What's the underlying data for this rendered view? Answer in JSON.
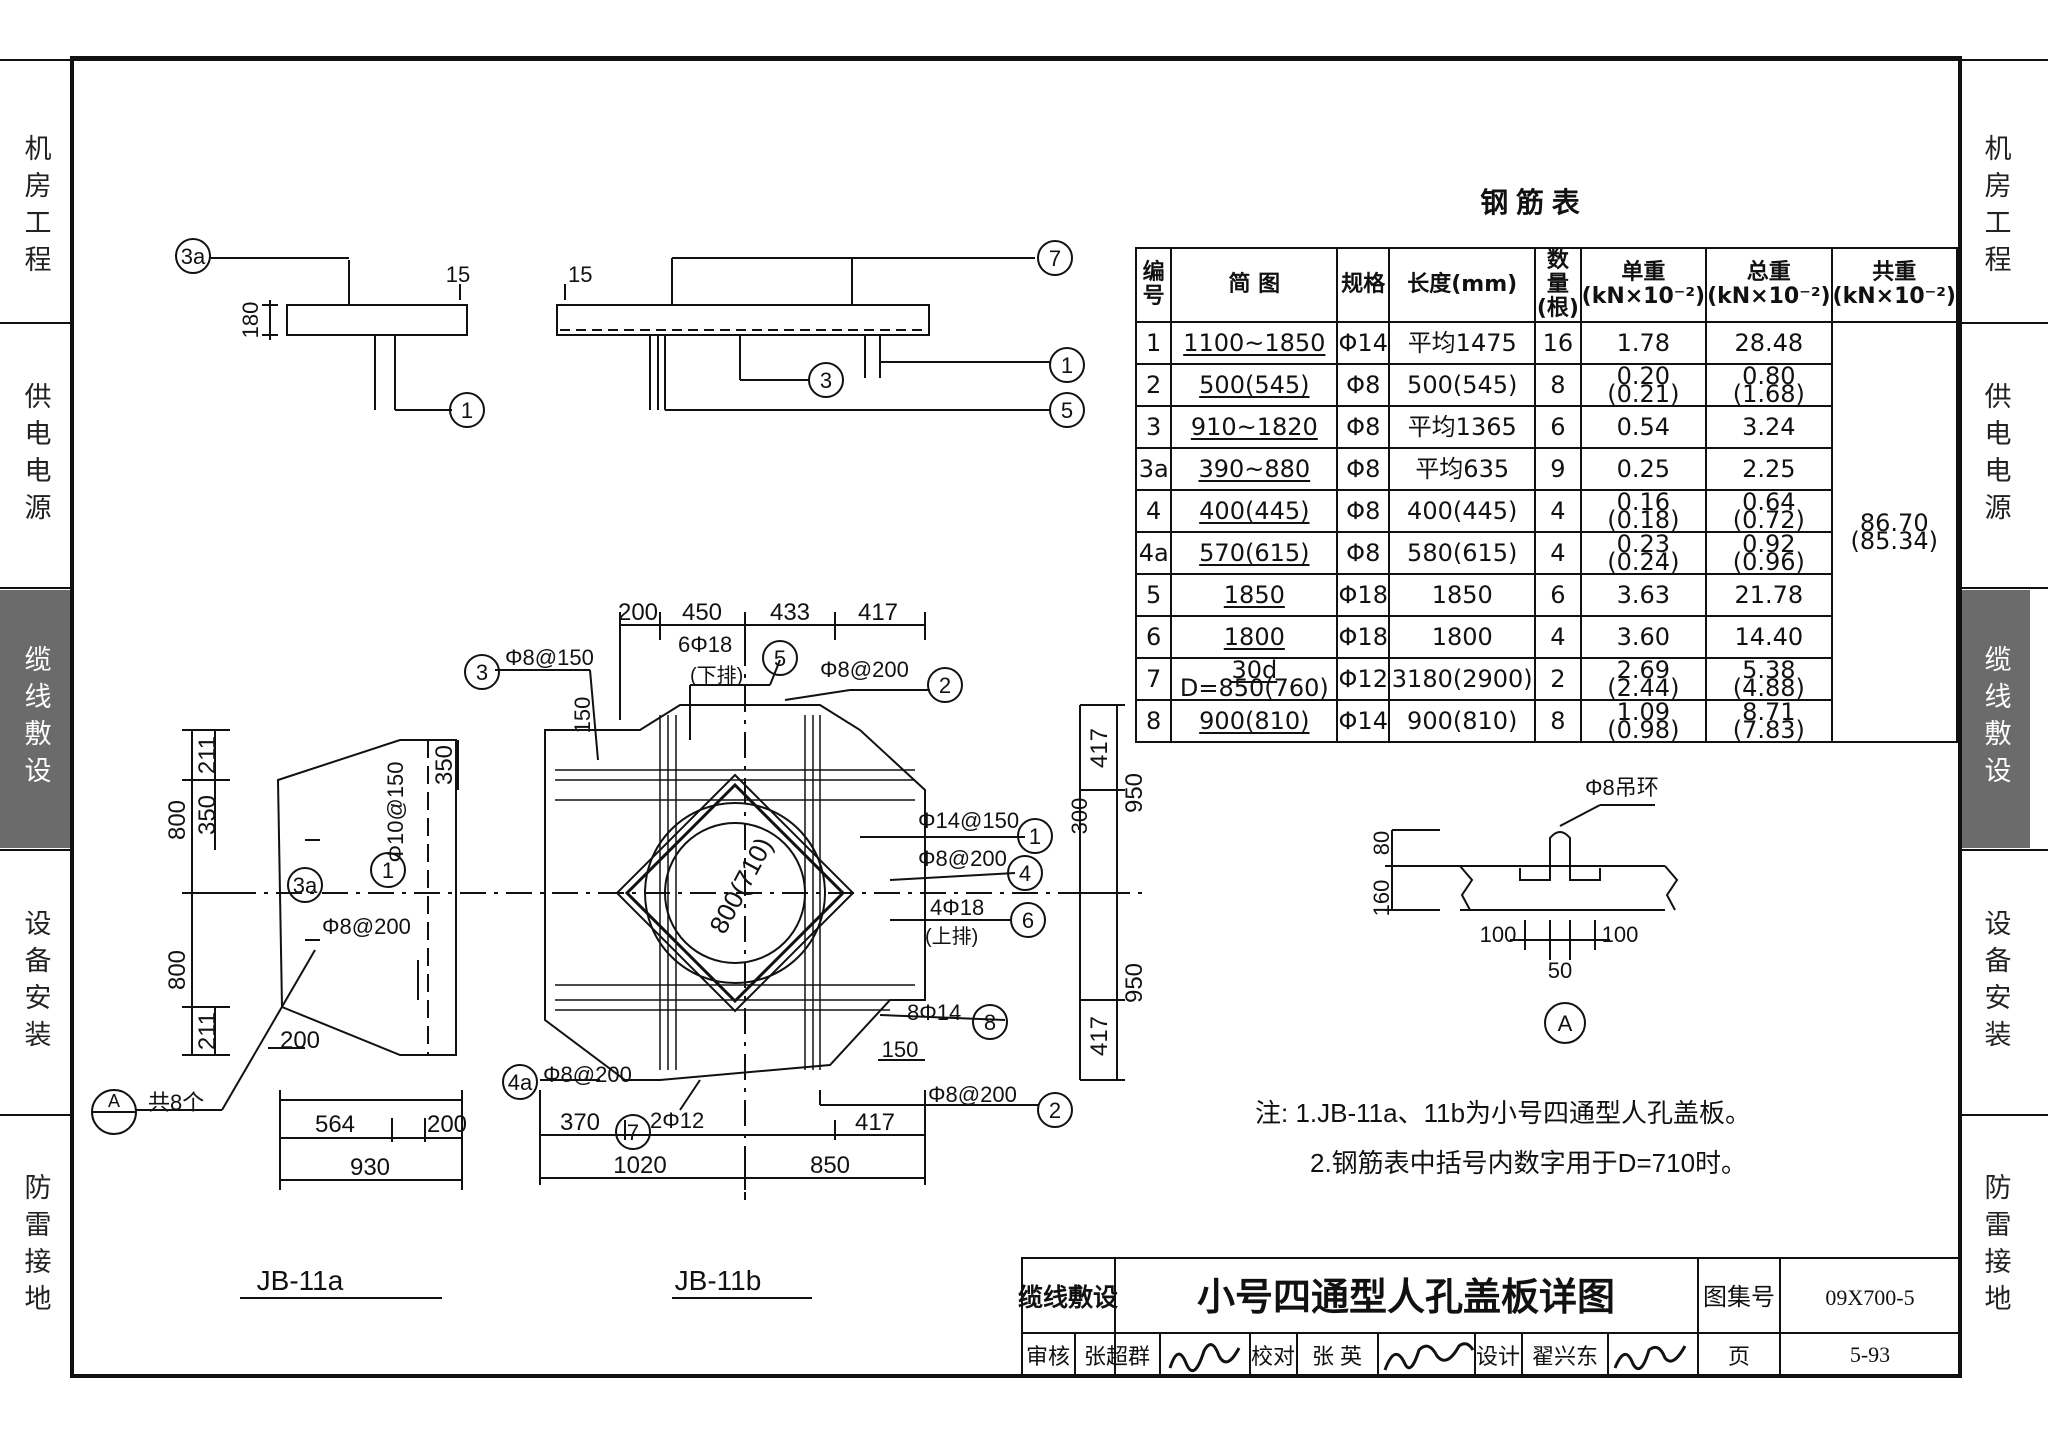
{
  "side_tabs": [
    {
      "label": "机房工程",
      "active": false
    },
    {
      "label": "供电电源",
      "active": false
    },
    {
      "label": "缆线敷设",
      "active": true
    },
    {
      "label": "设备安装",
      "active": false
    },
    {
      "label": "防雷接地",
      "active": false
    }
  ],
  "table": {
    "title": "钢 筋 表",
    "headers": [
      "编号",
      "简 图",
      "规格",
      "长度(mm)",
      "数量(根)",
      "单重(kN×10⁻²)",
      "总重(kN×10⁻²)",
      "共重(kN×10⁻²)"
    ],
    "rows": [
      {
        "no": "1",
        "shape": "1100~1850",
        "spec": "Φ14",
        "length": "平均1475",
        "qty": "16",
        "unit_w": "1.78",
        "total_w": "28.48"
      },
      {
        "no": "2",
        "shape": "500(545)",
        "spec": "Φ8",
        "length": "500(545)",
        "qty": "8",
        "unit_w": "0.20 (0.21)",
        "total_w": "0.80 (1.68)"
      },
      {
        "no": "3",
        "shape": "910~1820",
        "spec": "Φ8",
        "length": "平均1365",
        "qty": "6",
        "unit_w": "0.54",
        "total_w": "3.24"
      },
      {
        "no": "3a",
        "shape": "390~880",
        "spec": "Φ8",
        "length": "平均635",
        "qty": "9",
        "unit_w": "0.25",
        "total_w": "2.25"
      },
      {
        "no": "4",
        "shape": "400(445)",
        "spec": "Φ8",
        "length": "400(445)",
        "qty": "4",
        "unit_w": "0.16 (0.18)",
        "total_w": "0.64 (0.72)"
      },
      {
        "no": "4a",
        "shape": "570(615)",
        "spec": "Φ8",
        "length": "580(615)",
        "qty": "4",
        "unit_w": "0.23 (0.24)",
        "total_w": "0.92 (0.96)"
      },
      {
        "no": "5",
        "shape": "1850",
        "spec": "Φ18",
        "length": "1850",
        "qty": "6",
        "unit_w": "3.63",
        "total_w": "21.78"
      },
      {
        "no": "6",
        "shape": "1800",
        "spec": "Φ18",
        "length": "1800",
        "qty": "4",
        "unit_w": "3.60",
        "total_w": "14.40"
      },
      {
        "no": "7",
        "shape": "30d D=850(760)",
        "spec": "Φ12",
        "length": "3180(2900)",
        "qty": "2",
        "unit_w": "2.69 (2.44)",
        "total_w": "5.38 (4.88)"
      },
      {
        "no": "8",
        "shape": "900(810)",
        "spec": "Φ14",
        "length": "900(810)",
        "qty": "8",
        "unit_w": "1.09 (0.98)",
        "total_w": "8.71 (7.83)"
      }
    ],
    "grand_total": "86.70 (85.34)"
  },
  "dims": {
    "slab_thickness": "180",
    "cover_15": "15",
    "jb11a_v": [
      "211",
      "350",
      "800",
      "800",
      "211",
      "350"
    ],
    "jb11a_h": [
      "200",
      "564",
      "200",
      "930"
    ],
    "jb11b_top": [
      "200",
      "450",
      "433",
      "417"
    ],
    "jb11b_right": [
      "417",
      "950",
      "950",
      "417",
      "300"
    ],
    "jb11b_bottom": [
      "370",
      "1020",
      "850",
      "417",
      "150"
    ],
    "jb11b_left_150": "150",
    "opening": "800(710)",
    "detail_a": [
      "80",
      "160",
      "100",
      "50",
      "100"
    ]
  },
  "callouts": {
    "c3a": "3a",
    "c1": "1",
    "c7": "7",
    "c3": "3",
    "c5": "5",
    "c2": "2",
    "c4": "4",
    "c6": "6",
    "c8": "8",
    "c4a": "4a",
    "phi8_150": "Φ8@150",
    "six_phi18": "6Φ18",
    "lower_row": "(下排)",
    "phi8_200": "Φ8@200",
    "phi10_150": "Φ10@150",
    "phi14_150": "Φ14@150",
    "four_phi18": "4Φ18",
    "upper_row": "(上排)",
    "eight_phi14": "8Φ14",
    "two_phi12": "2Φ12",
    "lifting_ring": "Φ8吊环",
    "section_a": "A",
    "total_8": "共8个"
  },
  "labels": {
    "jb11a": "JB-11a",
    "jb11b": "JB-11b"
  },
  "notes": [
    "注: 1.JB-11a、11b为小号四通型人孔盖板。",
    "2.钢筋表中括号内数字用于D=710时。"
  ],
  "title_block": {
    "category": "缆线敷设",
    "title": "小号四通型人孔盖板详图",
    "atlas_label": "图集号",
    "atlas_no": "09X700-5",
    "review_label": "审核",
    "reviewer": "张超群",
    "check_label": "校对",
    "checker": "张 英",
    "design_label": "设计",
    "designer": "翟兴东",
    "page_label": "页",
    "page_no": "5-93"
  }
}
